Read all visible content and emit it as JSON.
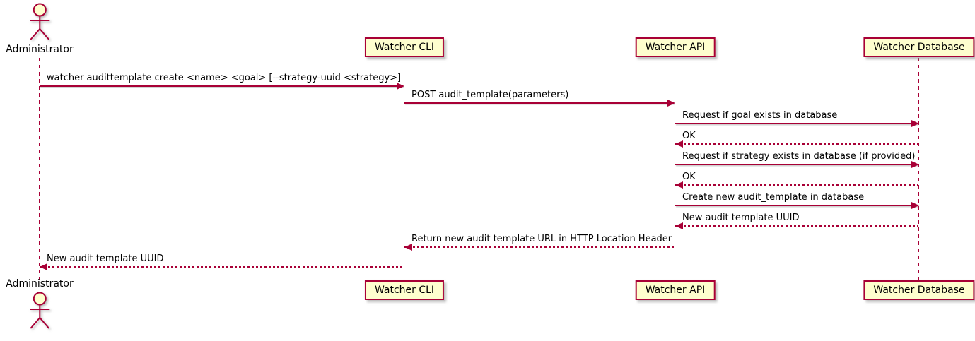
{
  "diagram": {
    "type": "sequence-diagram",
    "actor": {
      "label": "Administrator"
    },
    "participants": [
      {
        "id": "cli",
        "label": "Watcher CLI"
      },
      {
        "id": "api",
        "label": "Watcher API"
      },
      {
        "id": "db",
        "label": "Watcher Database"
      }
    ],
    "colors": {
      "accent": "#A80036",
      "participant_fill": "#FEFECE",
      "text": "#000000",
      "background": "#FFFFFF"
    },
    "messages": [
      {
        "from": "administrator",
        "to": "cli",
        "style": "solid",
        "label": "watcher audittemplate create <name> <goal> [--strategy-uuid <strategy>]"
      },
      {
        "from": "cli",
        "to": "api",
        "style": "solid",
        "label": "POST audit_template(parameters)"
      },
      {
        "from": "api",
        "to": "db",
        "style": "solid",
        "label": "Request if goal exists in database"
      },
      {
        "from": "db",
        "to": "api",
        "style": "dashed",
        "label": "OK"
      },
      {
        "from": "api",
        "to": "db",
        "style": "solid",
        "label": "Request if strategy exists in database (if provided)"
      },
      {
        "from": "db",
        "to": "api",
        "style": "dashed",
        "label": "OK"
      },
      {
        "from": "api",
        "to": "db",
        "style": "solid",
        "label": "Create new audit_template in database"
      },
      {
        "from": "db",
        "to": "api",
        "style": "dashed",
        "label": "New audit template UUID"
      },
      {
        "from": "api",
        "to": "cli",
        "style": "dashed",
        "label": "Return new audit template URL in HTTP Location Header"
      },
      {
        "from": "cli",
        "to": "administrator",
        "style": "dashed",
        "label": "New audit template UUID"
      }
    ]
  }
}
